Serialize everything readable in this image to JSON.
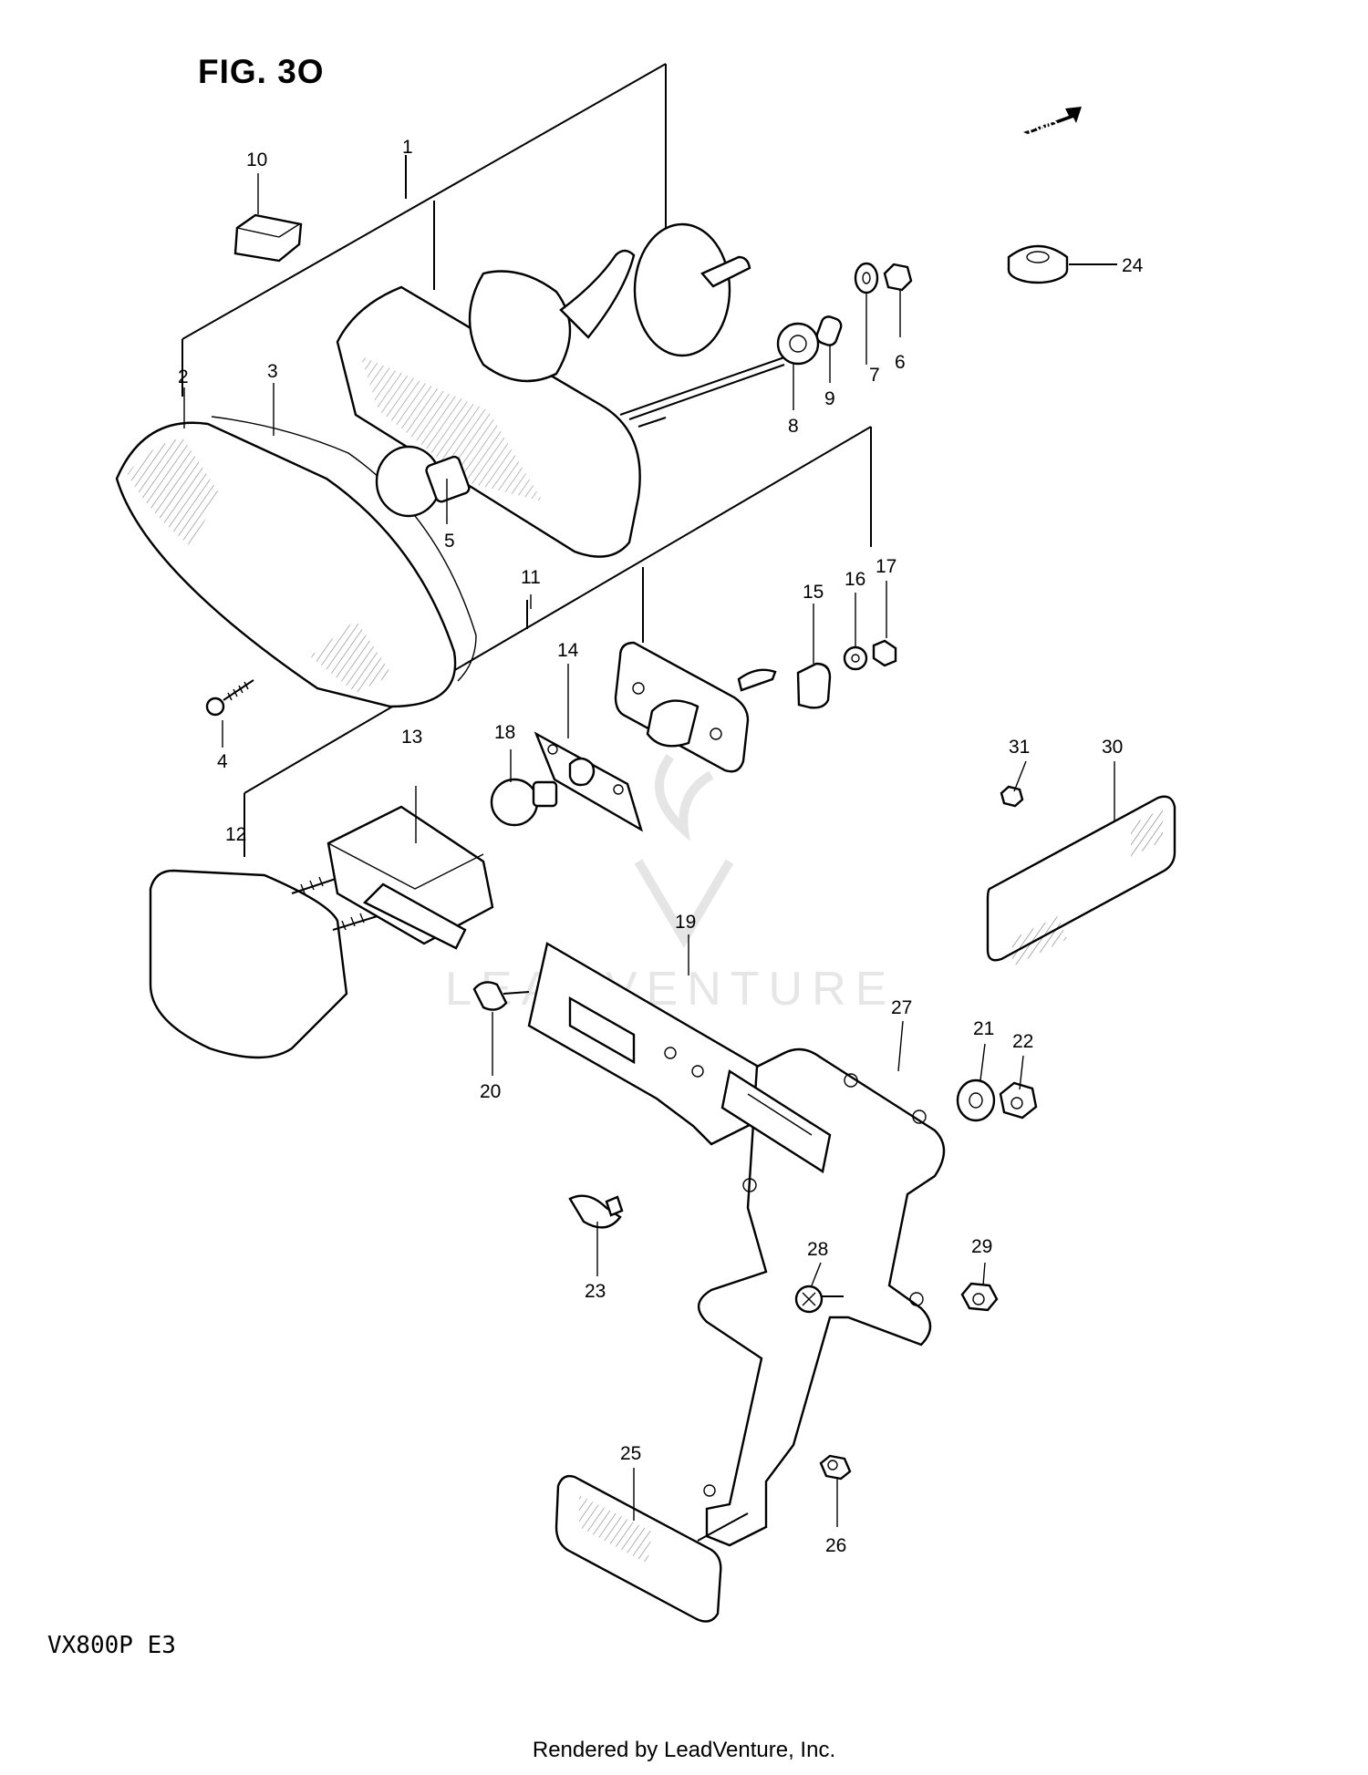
{
  "figure": {
    "title": "FIG. 3O",
    "model": "VX800P E3",
    "watermark": "LEADVENTURE"
  },
  "direction_arrow": {
    "label": "FWD",
    "icon": "forward-arrow-icon"
  },
  "callouts": {
    "c1": "1",
    "c2": "2",
    "c3": "3",
    "c4": "4",
    "c5": "5",
    "c6": "6",
    "c7": "7",
    "c8": "8",
    "c9": "9",
    "c10": "10",
    "c11": "11",
    "c12": "12",
    "c13": "13",
    "c14": "14",
    "c15": "15",
    "c16": "16",
    "c17": "17",
    "c18": "18",
    "c19": "19",
    "c20": "20",
    "c21": "21",
    "c22": "22",
    "c23": "23",
    "c24": "24",
    "c25": "25",
    "c26": "26",
    "c27": "27",
    "c28": "28",
    "c29": "29",
    "c30": "30",
    "c31": "31"
  },
  "footer": {
    "text": "Rendered by LeadVenture, Inc."
  }
}
